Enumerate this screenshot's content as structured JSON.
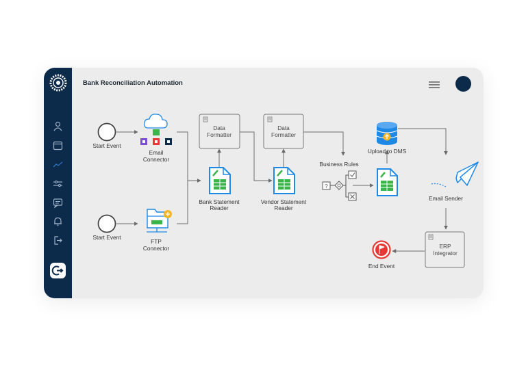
{
  "header": {
    "title": "Bank Reconciliation Automation"
  },
  "sidebar": {
    "items": [
      {
        "icon": "user-icon"
      },
      {
        "icon": "calendar-icon"
      },
      {
        "icon": "chart-line-icon"
      },
      {
        "icon": "sliders-icon"
      },
      {
        "icon": "chat-icon"
      },
      {
        "icon": "bell-icon"
      },
      {
        "icon": "logout-icon"
      }
    ],
    "bottom_icon": "exit-icon"
  },
  "colors": {
    "sidebar": "#0c2a4a",
    "accent_blue": "#1e88e5",
    "green": "#3bb54a",
    "red": "#e53935"
  },
  "diagram": {
    "start1": "Start Event",
    "start2": "Start Event",
    "email_connector": [
      "Email",
      "Connector"
    ],
    "ftp_connector": [
      "FTP",
      "Connector"
    ],
    "data_formatter_1": [
      "Data",
      "Formatter"
    ],
    "data_formatter_2": [
      "Data",
      "Formatter"
    ],
    "bank_reader": [
      "Bank Statement",
      "Reader"
    ],
    "vendor_reader": [
      "Vendor Statement",
      "Reader"
    ],
    "business_rules": "Business Rules",
    "upload_dms": "Upload to DMS",
    "email_sender": "Email Sender",
    "erp_integrator": [
      "ERP",
      "Integrator"
    ],
    "end_event": "End Event"
  }
}
